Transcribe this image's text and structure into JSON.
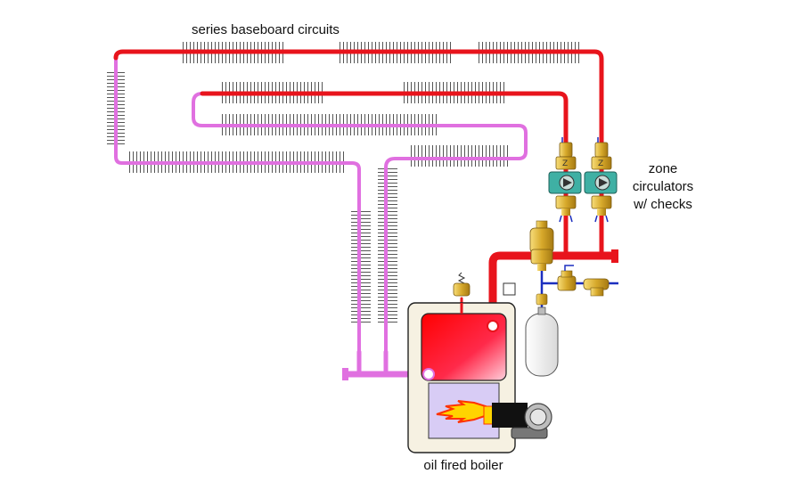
{
  "labels": {
    "title": "series baseboard circuits",
    "zone_1": "zone",
    "zone_2": "circulators",
    "zone_3": "w/ checks",
    "boiler": "oil fired boiler"
  },
  "colors": {
    "supply": "#e8141c",
    "return": "#e070e0",
    "baseboard_fins": "#555555",
    "boiler_shell": "#f6f1e2",
    "boiler_hx_top": "#ff0000",
    "combustion_chamber": "#d8ccf5",
    "valve_brass": "#d7a92b",
    "circulator_body": "#3fb0a4",
    "expansion_tank": "#f2f2f2",
    "cold_water_line": "#1c2fbf"
  },
  "icons": {
    "circulator": "circulator-pump-icon",
    "check_valve": "check-valve-icon",
    "air_separator": "air-separator-icon",
    "relief_valve": "pressure-relief-valve-icon",
    "expansion_tank": "expansion-tank-icon",
    "burner": "oil-burner-icon",
    "flame": "flame-icon"
  }
}
